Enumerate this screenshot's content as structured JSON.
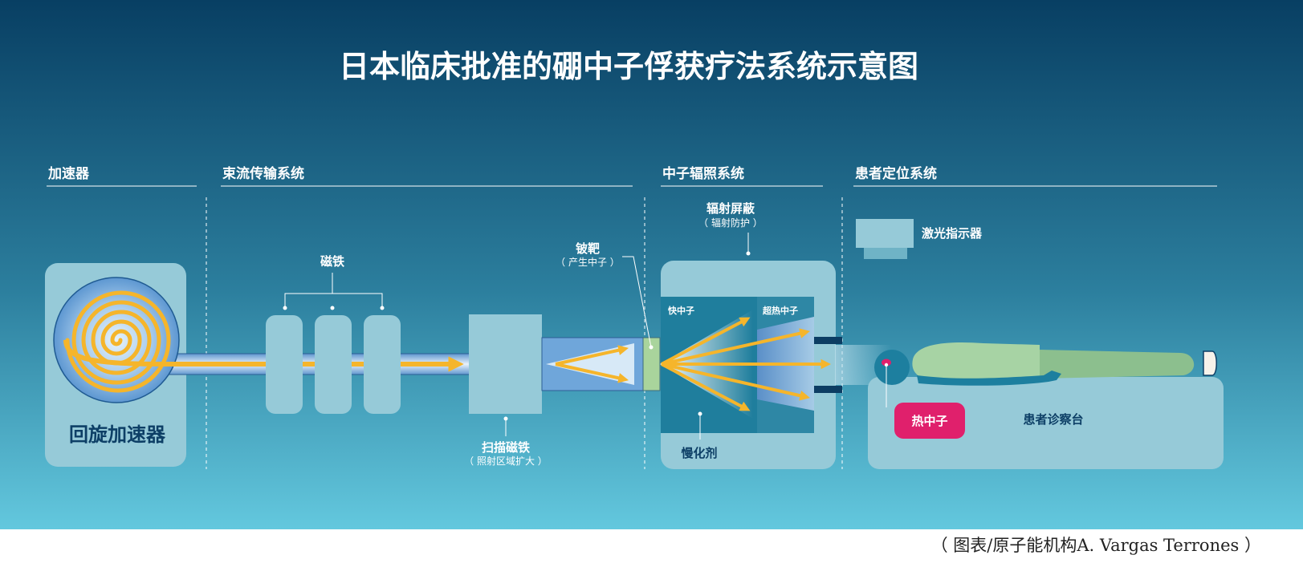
{
  "title": "日本临床批准的硼中子俘获疗法系统示意图",
  "sections": {
    "accelerator": "加速器",
    "beam_transport": "束流传输系统",
    "neutron_irradiation": "中子辐照系统",
    "patient_positioning": "患者定位系统"
  },
  "labels": {
    "cyclotron": "回旋加速器",
    "magnets": "磁铁",
    "scanning_magnet": "扫描磁铁",
    "scanning_magnet_note": "（ 照射区域扩大 ）",
    "target": "铍靶",
    "target_note": "（ 产生中子 ）",
    "shield": "辐射屏蔽",
    "shield_note": "（ 辐射防护 ）",
    "fast_neutrons": "快中子",
    "epithermal_neutrons": "超热中子",
    "moderator": "慢化剂",
    "laser_pointer": "激光指示器",
    "thermal_neutrons": "热中子",
    "treatment_table": "患者诊察台"
  },
  "credit": "（ 图表/原子能机构A. Vargas Terrones ）",
  "colors": {
    "bg_top": "#083f63",
    "bg_bottom": "#62c6dc",
    "panel": "#96cad8",
    "dark_panel": "#1f7e9d",
    "beam_arrow": "#f5b52b",
    "thermal_badge": "#e0206c",
    "patient_green": "#a7d3a4",
    "label_dark": "#0d3f66"
  }
}
